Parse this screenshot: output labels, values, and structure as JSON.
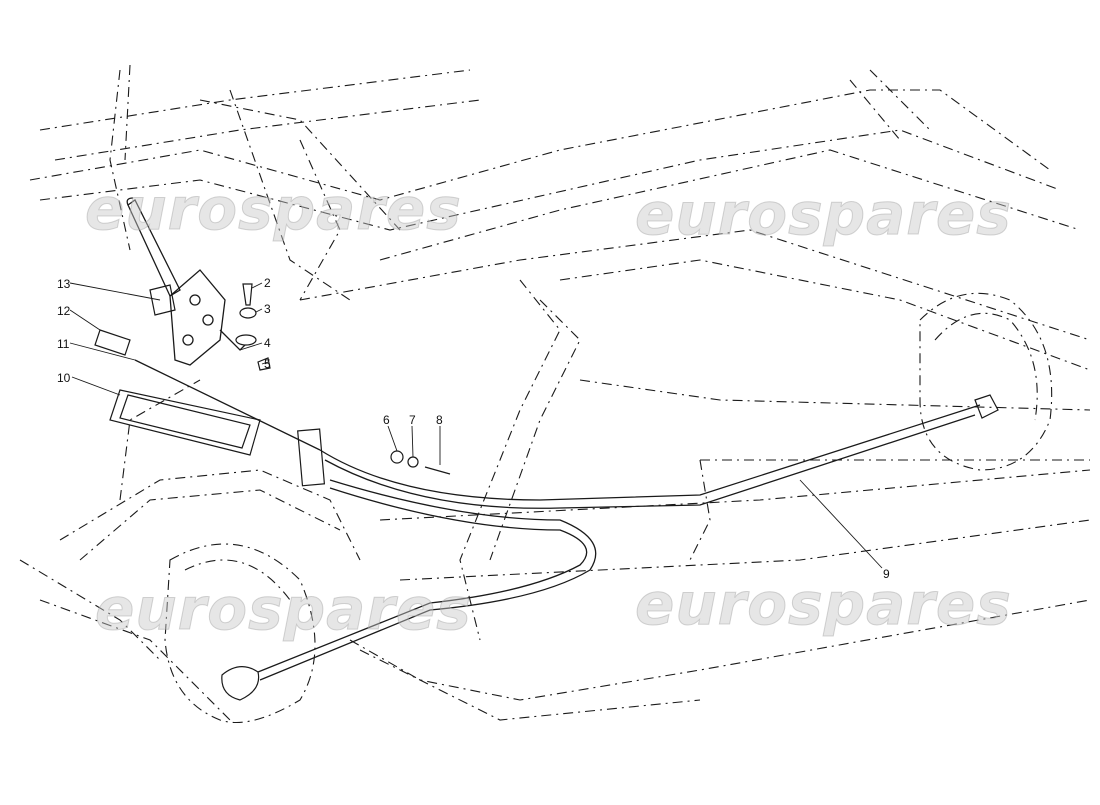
{
  "diagram": {
    "type": "exploded parts diagram",
    "subject": "handbrake lever and cables",
    "watermark": "eurospares",
    "callouts": [
      {
        "id": "2",
        "label": "2"
      },
      {
        "id": "3",
        "label": "3"
      },
      {
        "id": "4",
        "label": "4"
      },
      {
        "id": "5",
        "label": "5"
      },
      {
        "id": "6",
        "label": "6"
      },
      {
        "id": "7",
        "label": "7"
      },
      {
        "id": "8",
        "label": "8"
      },
      {
        "id": "9",
        "label": "9"
      },
      {
        "id": "10",
        "label": "10"
      },
      {
        "id": "11",
        "label": "11"
      },
      {
        "id": "12",
        "label": "12"
      },
      {
        "id": "13",
        "label": "13"
      }
    ],
    "colors": {
      "line": "#1a1a1a",
      "background": "#ffffff",
      "watermark": "#c8c8c8"
    }
  }
}
